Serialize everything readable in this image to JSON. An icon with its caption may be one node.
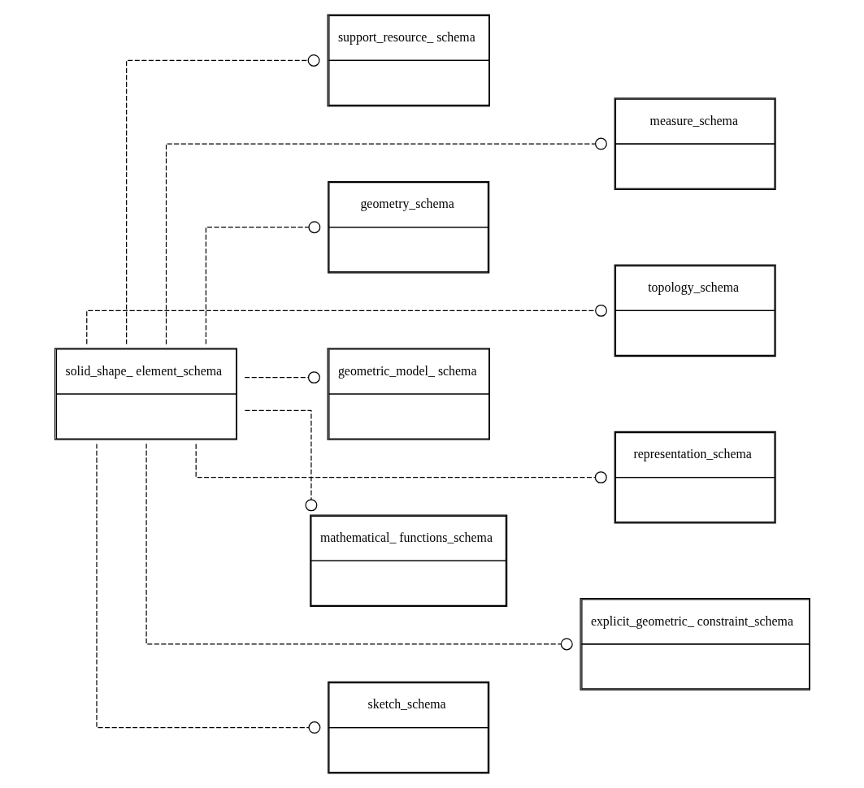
{
  "diagram": {
    "nodes": [
      {
        "text": [
          "solid_shape_ element_schema"
        ]
      },
      {
        "text": [
          "support_resource_ schema"
        ]
      },
      {
        "text": [
          "measure_schema"
        ]
      },
      {
        "text": [
          "geometry_schema"
        ]
      },
      {
        "text": [
          "topology_schema"
        ]
      },
      {
        "text": [
          "geometric_model_ schema"
        ]
      },
      {
        "text": [
          "representation_schema"
        ]
      },
      {
        "text": [
          "mathematical_ functions_schema"
        ]
      },
      {
        "text": [
          "explicit_geometric_ constraint_schema"
        ]
      },
      {
        "text": [
          "sketch_schema"
        ]
      }
    ],
    "edges": [
      {
        "from": 0,
        "to": 1,
        "arrow": "other",
        "style": "dashed"
      },
      {
        "from": 0,
        "to": 2,
        "arrow": "other",
        "style": "dashed"
      },
      {
        "from": 0,
        "to": 3,
        "arrow": "other",
        "style": "dashed"
      },
      {
        "from": 0,
        "to": 4,
        "arrow": "other",
        "style": "dashed"
      },
      {
        "from": 0,
        "to": 5,
        "arrow": "other",
        "style": "dashed"
      },
      {
        "from": 0,
        "to": 6,
        "arrow": "other",
        "style": "dashed"
      },
      {
        "from": 0,
        "to": 7,
        "arrow": "other",
        "style": "dashed"
      },
      {
        "from": 0,
        "to": 8,
        "arrow": "other",
        "style": "dashed"
      },
      {
        "from": 0,
        "to": 9,
        "arrow": "other",
        "style": "dashed"
      }
    ]
  }
}
